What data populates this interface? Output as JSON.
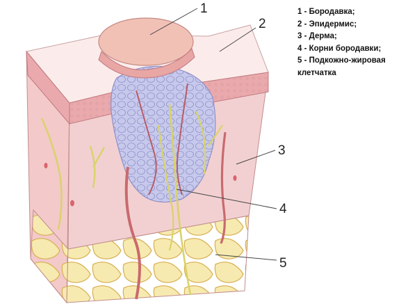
{
  "legend": {
    "items": [
      "1 - Бородавка;",
      "2 - Эпидермис;",
      "3 - Дерма;",
      "4 - Корни бородавки;",
      "5 - Подкожно-жировая клетчатка"
    ]
  },
  "callouts": {
    "wart": "1",
    "epidermis": "2",
    "dermis": "3",
    "roots": "4",
    "fat": "5"
  },
  "colors": {
    "wart": "#f2c2b8",
    "epidermis_top": "#fbe9e6",
    "epidermis_side": "#f0b8b8",
    "dermis": "#f2cfd0",
    "fat": "#f6e6a6",
    "roots": "#b9bde3",
    "vessel": "#c96a6e",
    "nerve": "#d8d36a"
  }
}
